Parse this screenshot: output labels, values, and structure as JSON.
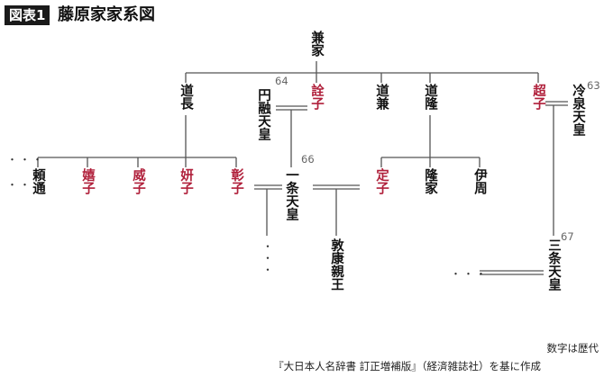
{
  "figure": {
    "badge": "図表1",
    "title": "藤原家家系図",
    "source": "『大日本人名辞書 訂正増補版』（経済雑誌社）を基に作成",
    "note": "数字は歴代"
  },
  "persons": {
    "kaneie": "兼家",
    "michinaga": "道長",
    "enyu": "円融天皇",
    "senshi": "詮子",
    "michikane": "道兼",
    "michitaka": "道隆",
    "choshi": "超子",
    "reizei": "冷泉天皇",
    "yorimichi": "頼通",
    "kishi": "嬉子",
    "ishi": "威子",
    "kenshi": "妍子",
    "shoshi": "彰子",
    "ichijo": "一条天皇",
    "teishi": "定子",
    "takaie": "隆家",
    "korechika": "伊周",
    "atsuyasu": "敦康親王",
    "sanjo": "三条天皇"
  },
  "reign_numbers": {
    "enyu": "64",
    "reizei": "63",
    "ichijo": "66",
    "sanjo": "67"
  },
  "continuation": {
    "dots_row1": "・・・",
    "dots_row2": "・・・",
    "dots_below_shoshi": "・・・",
    "dots_left_of_sanjo": "・・・"
  },
  "colors": {
    "female": "#b0203b",
    "male": "#111111",
    "line": "#555555"
  }
}
